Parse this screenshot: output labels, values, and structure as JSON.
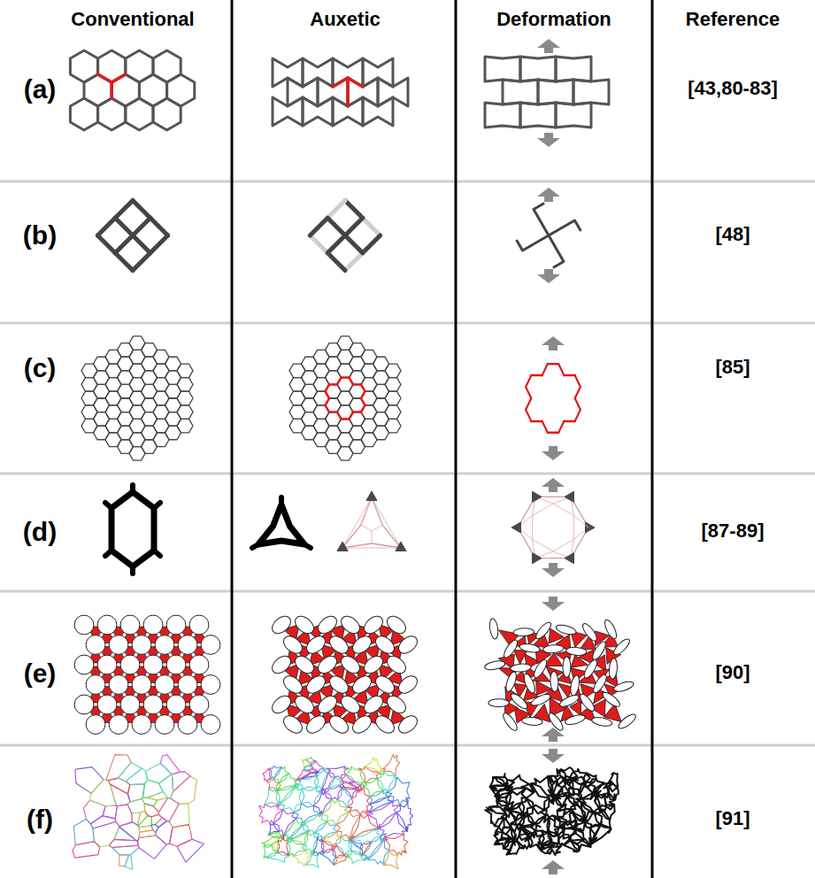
{
  "diagram": {
    "labels": [
      "Conventional",
      "Auxetic",
      "Deformation",
      "Reference",
      "(a)",
      "[43,80-83]",
      "(b)",
      "[48]",
      "(c)",
      "[85]",
      "(d)",
      "[87-89]",
      "(e)",
      "[90]",
      "(f)",
      "[91]"
    ]
  }
}
